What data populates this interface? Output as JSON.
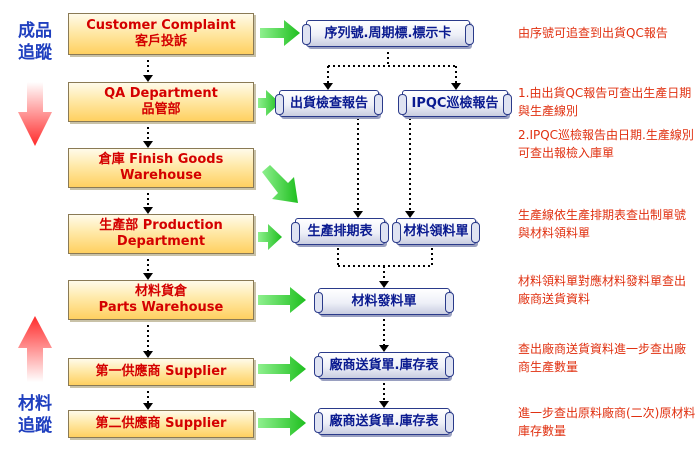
{
  "side_labels": {
    "top": [
      "成品",
      "追蹤"
    ],
    "bottom": [
      "材料",
      "追蹤"
    ]
  },
  "departments": [
    {
      "line1": "Customer Complaint",
      "line2": "客戶投訴"
    },
    {
      "line1": "QA Department",
      "line2": "品管部"
    },
    {
      "line1": "倉庫 Finish Goods",
      "line2": "Warehouse"
    },
    {
      "line1": "生產部 Production",
      "line2": "Department"
    },
    {
      "line1": "材料貨倉",
      "line2": "Parts Warehouse"
    },
    {
      "line1": "第一供應商  Supplier",
      "line2": ""
    },
    {
      "line1": "第二供應商  Supplier",
      "line2": ""
    }
  ],
  "documents": {
    "serial_card": "序列號.周期標.標示卡",
    "shipping_report": "出貨檢查報告",
    "ipqc_report": "IPQC巡檢報告",
    "production_schedule": "生產排期表",
    "material_requisition": "材料領料單",
    "material_issue": "材料發料單",
    "delivery_inventory_1": "廠商送貨單.庫存表",
    "delivery_inventory_2": "廠商送貨單.庫存表"
  },
  "notes": [
    "由序號可追查到出貨QC報告",
    "1.由出貨QC報告可查出生產日期與生產線別",
    "2.IPQC巡檢報告由日期.生產線別可查出報檢入庫單",
    "生產線依生產排期表查出制單號與材料領料單",
    "材料領料單對應材料發料單查出廠商送貨資料",
    "查出廠商送貨資料進一步查出廠商生產數量",
    "進一步查出原料廠商(二次)原材料庫存數量"
  ],
  "colors": {
    "side_label": "#1f3fbf",
    "dept_text": "#d40000",
    "doc_text": "#0a1a90",
    "note_text": "#e03010",
    "green_arrow": "#33cc33",
    "red_arrow": "#ff3333"
  }
}
